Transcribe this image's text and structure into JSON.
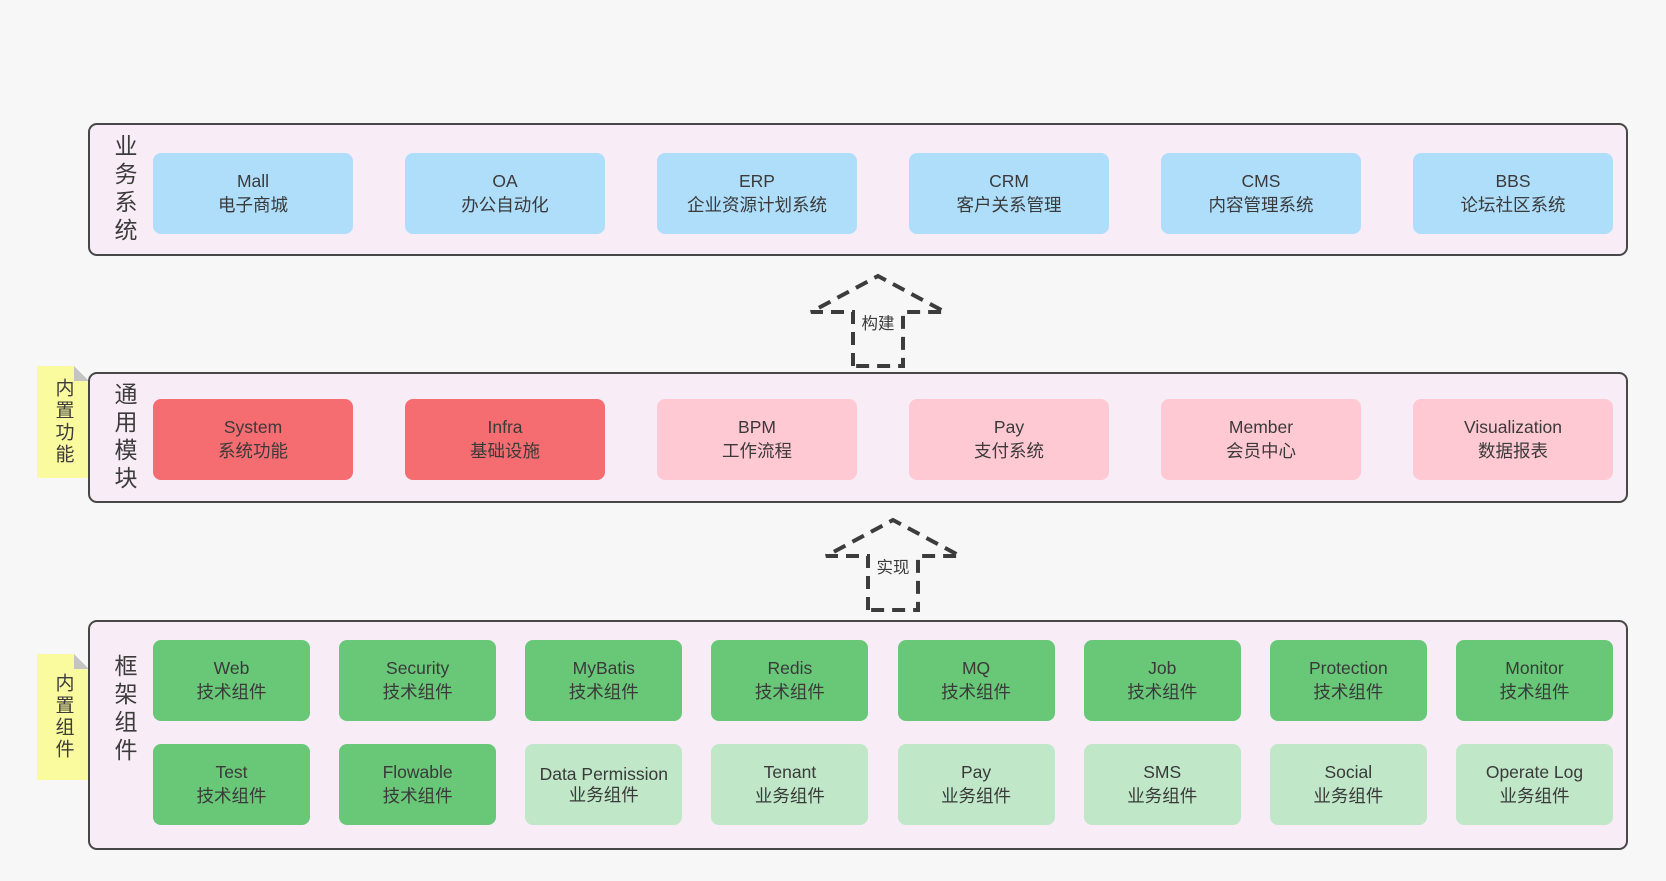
{
  "arrows": {
    "build": "构建",
    "implement": "实现"
  },
  "colors": {
    "page_bg": "#f7f7f7",
    "panel_bg": "#f8edf6",
    "panel_border": "#474747",
    "box_blue": "#afdefb",
    "box_red": "#f56d70",
    "box_pink": "#ffc9d3",
    "box_green_dark": "#68c878",
    "box_green_light": "#bfe7c8",
    "sticky_bg": "#fafa9e",
    "sticky_fold": "#c4c4c4",
    "text": "#3c3c3c"
  },
  "sections": {
    "business": {
      "label": "业务系统",
      "boxes": [
        {
          "en": "Mall",
          "zh": "电子商城"
        },
        {
          "en": "OA",
          "zh": "办公自动化"
        },
        {
          "en": "ERP",
          "zh": "企业资源计划系统"
        },
        {
          "en": "CRM",
          "zh": "客户关系管理"
        },
        {
          "en": "CMS",
          "zh": "内容管理系统"
        },
        {
          "en": "BBS",
          "zh": "论坛社区系统"
        }
      ]
    },
    "modules": {
      "label": "通用模块",
      "sticky": "内置功能",
      "boxes": [
        {
          "en": "System",
          "zh": "系统功能",
          "variant": "red"
        },
        {
          "en": "Infra",
          "zh": "基础设施",
          "variant": "red"
        },
        {
          "en": "BPM",
          "zh": "工作流程",
          "variant": "pink"
        },
        {
          "en": "Pay",
          "zh": "支付系统",
          "variant": "pink"
        },
        {
          "en": "Member",
          "zh": "会员中心",
          "variant": "pink"
        },
        {
          "en": "Visualization",
          "zh": "数据报表",
          "variant": "pink"
        }
      ]
    },
    "framework": {
      "label": "框架组件",
      "sticky": "内置组件",
      "row1": [
        {
          "en": "Web",
          "zh": "技术组件",
          "variant": "green"
        },
        {
          "en": "Security",
          "zh": "技术组件",
          "variant": "green"
        },
        {
          "en": "MyBatis",
          "zh": "技术组件",
          "variant": "green"
        },
        {
          "en": "Redis",
          "zh": "技术组件",
          "variant": "green"
        },
        {
          "en": "MQ",
          "zh": "技术组件",
          "variant": "green"
        },
        {
          "en": "Job",
          "zh": "技术组件",
          "variant": "green"
        },
        {
          "en": "Protection",
          "zh": "技术组件",
          "variant": "green"
        },
        {
          "en": "Monitor",
          "zh": "技术组件",
          "variant": "green"
        }
      ],
      "row2": [
        {
          "en": "Test",
          "zh": "技术组件",
          "variant": "green"
        },
        {
          "en": "Flowable",
          "zh": "技术组件",
          "variant": "green"
        },
        {
          "en": "Data Permission",
          "zh": "业务组件",
          "variant": "green-light"
        },
        {
          "en": "Tenant",
          "zh": "业务组件",
          "variant": "green-light"
        },
        {
          "en": "Pay",
          "zh": "业务组件",
          "variant": "green-light"
        },
        {
          "en": "SMS",
          "zh": "业务组件",
          "variant": "green-light"
        },
        {
          "en": "Social",
          "zh": "业务组件",
          "variant": "green-light"
        },
        {
          "en": "Operate Log",
          "zh": "业务组件",
          "variant": "green-light"
        }
      ]
    }
  }
}
